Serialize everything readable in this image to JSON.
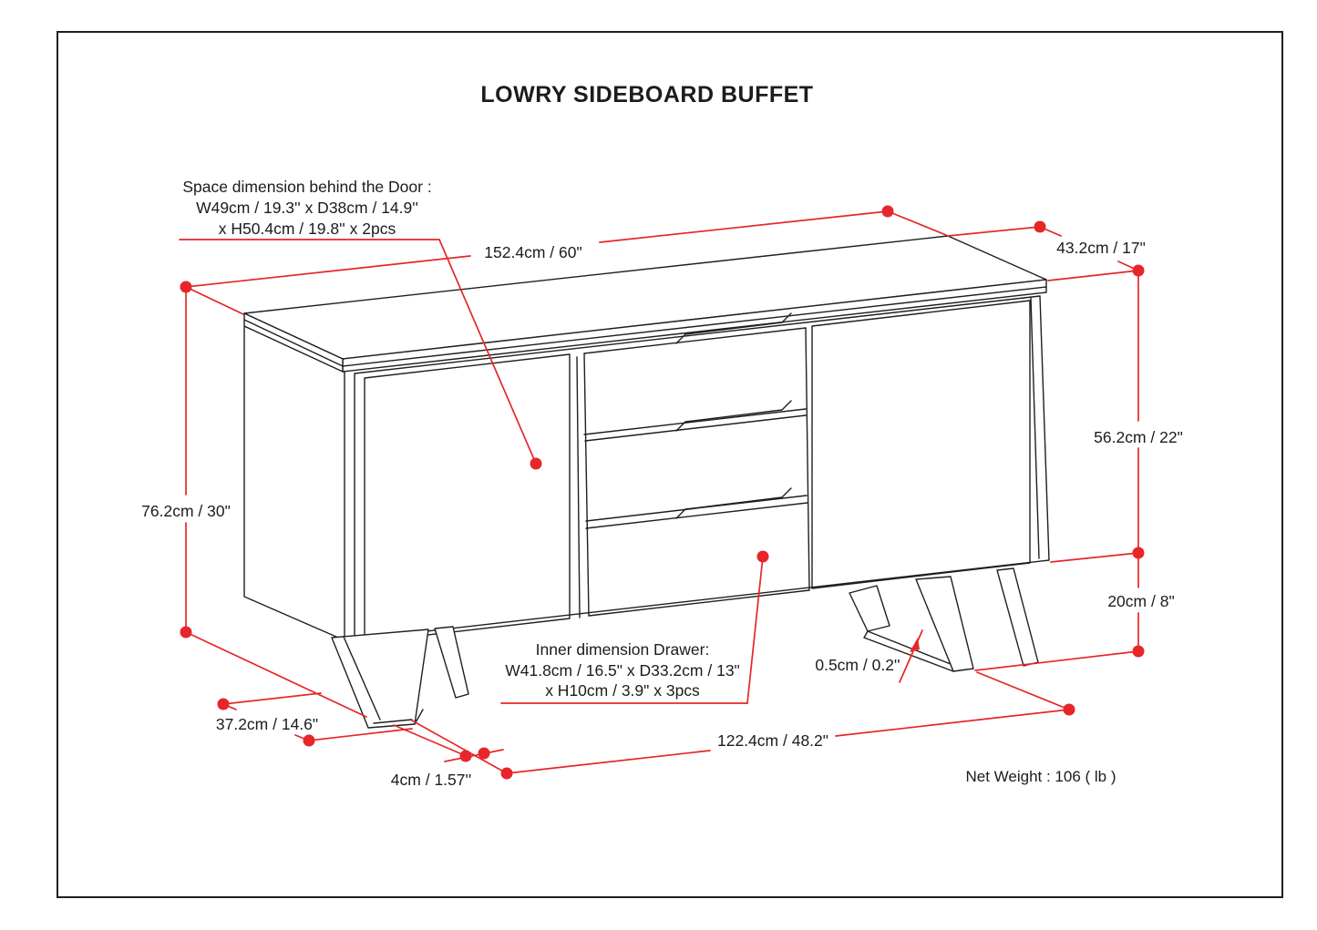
{
  "title": "LOWRY SIDEBOARD BUFFET",
  "colors": {
    "dimension_red": "#e62629",
    "line_black": "#1f1f1f",
    "background": "#ffffff"
  },
  "dimensions": {
    "width": "152.4cm / 60\"",
    "depth": "43.2cm / 17\"",
    "overall_height": "76.2cm / 30\"",
    "cabinet_height": "56.2cm / 22\"",
    "leg_height": "20cm / 8\"",
    "leg_offset_depth": "37.2cm / 14.6\"",
    "leg_foot": "4cm / 1.57''",
    "leg_span": "122.4cm / 48.2\"",
    "leg_thickness": "0.5cm / 0.2''"
  },
  "annotations": {
    "door_space": {
      "line1": "Space dimension behind the Door :",
      "line2": "W49cm / 19.3'' x D38cm / 14.9''",
      "line3": "x H50.4cm / 19.8'' x 2pcs"
    },
    "drawer_space": {
      "line1": "Inner dimension Drawer:",
      "line2": "W41.8cm / 16.5\" x D33.2cm / 13\"",
      "line3": "x H10cm / 3.9\" x 3pcs"
    },
    "net_weight": "Net Weight : 106 ( lb )"
  }
}
